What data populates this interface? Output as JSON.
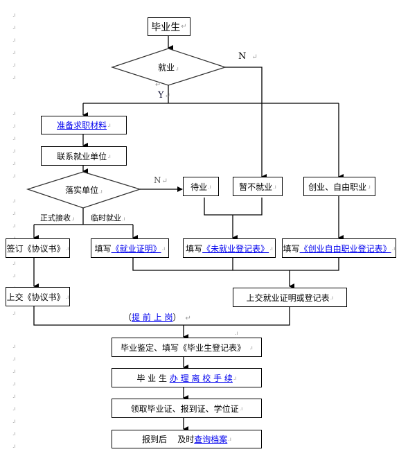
{
  "diagram": {
    "nodes": {
      "graduate": "毕业生",
      "employed_decision": "就业",
      "prepare_materials": "准备求职材料",
      "contact_employer": "联系就业单位",
      "secure_employer_decision": "落实单位",
      "waiting": "待业",
      "not_employed_yet": "暂不就业",
      "self_employed": "创业、自由职业",
      "sign_agreement": "签订《协议书》",
      "fill_prefix_1": "填写",
      "employment_certificate": "《就业证明》",
      "fill_prefix_2": "填写",
      "unemployment_form": "《未就业登记表》",
      "fill_prefix_3": "填写",
      "self_employment_form": "《创业自由职业登记表》",
      "submit_agreement": "上交《协议书》",
      "submit_certificate": "上交就业证明或登记表",
      "graduation_appraisal": "毕业鉴定、填写《毕业生登记表》",
      "leaving_prefix": "毕 业 生",
      "leaving_procedures": "办 理 离 校 手 续",
      "collect_certificates": "领取毕业证、报到证、学位证",
      "report_prefix": "报到后    及时",
      "query_archive": "查询档案"
    },
    "edge_labels": {
      "employed_no": "N",
      "employed_yes": "Y",
      "secure_no": "N",
      "formal_hire": "正式接收",
      "temporary_job": "临时就业",
      "early_start_open": "（",
      "early_start": "提 前 上 岗",
      "early_start_close": "）"
    },
    "marks": {
      "paragraph": "↵",
      "cell": ".ı"
    }
  }
}
